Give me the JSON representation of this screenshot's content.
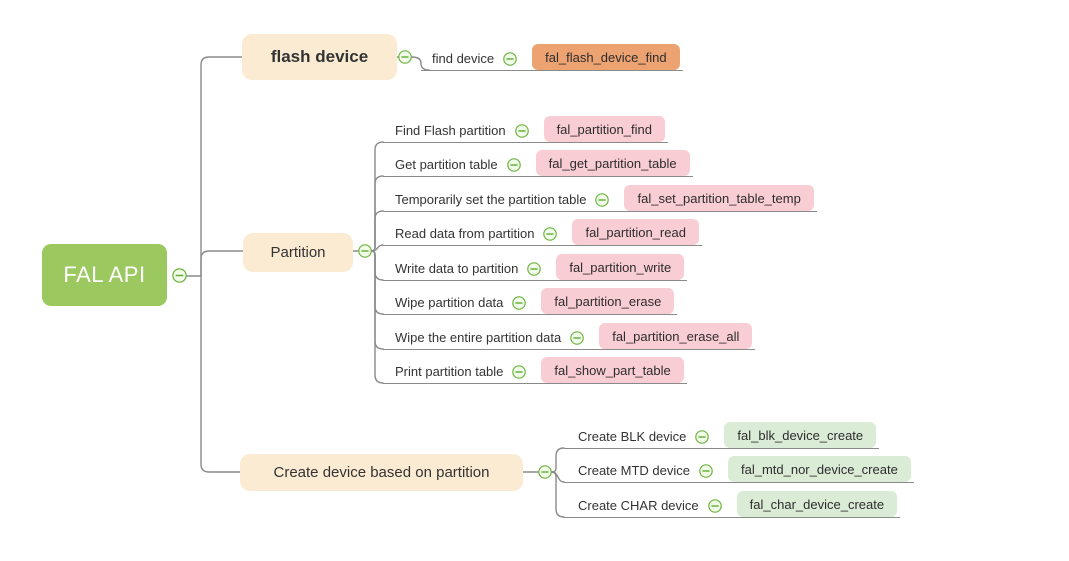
{
  "theme": {
    "root_bg": "#9bc95f",
    "root_text": "#ffffff",
    "topic_bg": "#fcebd3",
    "topic_text": "#333333",
    "func_orange": "#eda271",
    "func_pink": "#f9cdd4",
    "func_green": "#dbecd6",
    "line": "#8a8a8a",
    "icon_stroke": "#6cb53e",
    "icon_fill": "#f2faea"
  },
  "map": {
    "root": {
      "label": "FAL API"
    },
    "branches": [
      {
        "label": "flash device",
        "children": [
          {
            "label": "find device",
            "func": "fal_flash_device_find"
          }
        ]
      },
      {
        "label": "Partition",
        "children": [
          {
            "label": "Find Flash partition",
            "func": "fal_partition_find"
          },
          {
            "label": "Get partition table",
            "func": "fal_get_partition_table"
          },
          {
            "label": "Temporarily set the partition table",
            "func": "fal_set_partition_table_temp"
          },
          {
            "label": "Read data from partition",
            "func": "fal_partition_read"
          },
          {
            "label": "Write data to partition",
            "func": "fal_partition_write"
          },
          {
            "label": "Wipe partition data",
            "func": "fal_partition_erase"
          },
          {
            "label": "Wipe the entire partition data",
            "func": "fal_partition_erase_all"
          },
          {
            "label": "Print partition table",
            "func": "fal_show_part_table"
          }
        ]
      },
      {
        "label": "Create device based on partition",
        "children": [
          {
            "label": "Create BLK device",
            "func": "fal_blk_device_create"
          },
          {
            "label": "Create MTD device",
            "func": "fal_mtd_nor_device_create"
          },
          {
            "label": "Create CHAR device",
            "func": "fal_char_device_create"
          }
        ]
      }
    ]
  }
}
